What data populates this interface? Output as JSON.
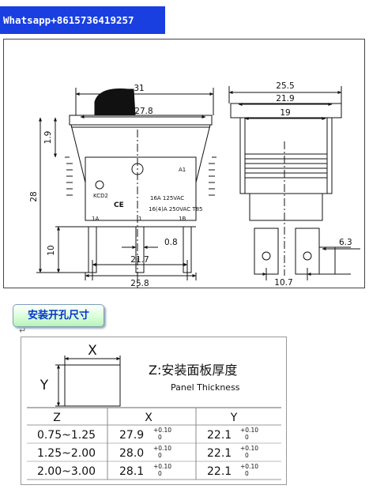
{
  "contact_banner": "Whatsapp+8615736419257",
  "front_view": {
    "dims": {
      "overall_width": "31",
      "rocker_width": "27.8",
      "rocker_height": "1.9",
      "total_height": "28",
      "terminal_length": "10",
      "terminal_thickness": "0.8",
      "terminal_span": "21.7",
      "base_width": "25.8"
    },
    "markings": {
      "angle_mark": "A1",
      "model": "KCD2",
      "rating_1": "16A 125VAC",
      "rating_2": "16(4)A 250VAC T85",
      "terminal_left": "1A",
      "terminal_center": "1",
      "terminal_right": "1B"
    }
  },
  "side_view": {
    "dims": {
      "outer_width": "25.5",
      "flange_width": "21.9",
      "body_width": "19",
      "terminal_width": "6.3",
      "terminal_pitch": "10.7"
    }
  },
  "cutout_section": {
    "title": "安装开孔尺寸",
    "return_mark": "↵",
    "panel_title": "Z:安装面板厚度",
    "panel_subtitle": "Panel Thickness",
    "label_x": "X",
    "label_y": "Y",
    "headers": [
      "Z",
      "X",
      "Y"
    ],
    "rows": [
      {
        "z": "0.75~1.25",
        "x": "27.9",
        "y": "22.1"
      },
      {
        "z": "1.25~2.00",
        "x": "28.0",
        "y": "22.1"
      },
      {
        "z": "2.00~3.00",
        "x": "28.1",
        "y": "22.1"
      }
    ],
    "tolerance_plus": "+0.10",
    "tolerance_zero": "0"
  }
}
